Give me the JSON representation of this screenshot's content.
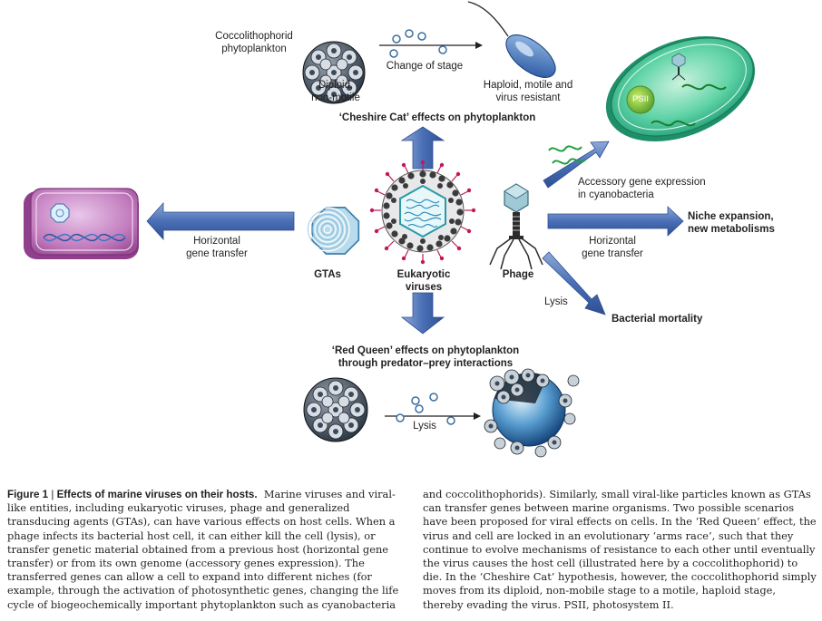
{
  "figure": {
    "top": {
      "coccolithophorid": "Coccolithophorid\nphytoplankton",
      "diploid": "Diploid,\nnon-motile",
      "change_of_stage": "Change of stage",
      "haploid": "Haploid, motile and\nvirus resistant",
      "cheshire_cat": "‘Cheshire Cat’ effects on phytoplankton"
    },
    "right": {
      "psii": "PSII",
      "accessory": "Accessory gene expression\nin cyanobacteria",
      "niche": "Niche expansion,\nnew metabolisms",
      "horizontal_right": "Horizontal\ngene transfer",
      "lysis_right": "Lysis",
      "bacterial_mortality": "Bacterial mortality"
    },
    "center": {
      "horizontal_left": "Horizontal\ngene transfer",
      "gtas": "GTAs",
      "eukaryotic_viruses": "Eukaryotic\nviruses",
      "phage": "Phage"
    },
    "bottom": {
      "red_queen": "‘Red Queen’ effects on phytoplankton\nthrough predator–prey interactions",
      "lysis_bottom": "Lysis"
    }
  },
  "caption": {
    "title": "Figure 1",
    "separator": " | ",
    "lead": "Effects of marine viruses on their hosts.",
    "col1_text": "Marine viruses and viral-like entities, including eukaryotic viruses, phage and generalized transducing agents (GTAs), can have various effects on host cells. When a phage infects its bacterial host cell, it can either kill the cell (lysis), or transfer genetic material obtained from a previous host (horizontal gene transfer) or from its own genome (accessory genes expression). The transferred genes can allow a cell to expand into different niches (for example, through the activation of photosynthetic genes, changing the life cycle of biogeochemically important phytoplankton such as cyanobacteria",
    "col2_text": "and coccolithophorids). Similarly, small viral-like particles known as GTAs can transfer genes between marine organisms. Two possible scenarios have been proposed for viral effects on cells. In the ‘Red Queen’ effect, the virus and cell are locked in an evolutionary ‘arms race’, such that they continue to evolve mechanisms of resistance to each other until eventually the virus causes the host cell (illustrated here by a coccolithophorid) to die. In the ‘Cheshire Cat’ hypothesis, however, the coccolithophorid simply moves from its diploid, non-mobile stage to a motile, haploid stage, thereby evading the virus. PSII, photosystem II."
  },
  "colors": {
    "arrow_blue": "#4a6fb5",
    "cell_purple": "#c27bbd",
    "cyano_green": "#3fbf94",
    "gta_blue": "#b9dbeb",
    "ink": "#231f20"
  }
}
